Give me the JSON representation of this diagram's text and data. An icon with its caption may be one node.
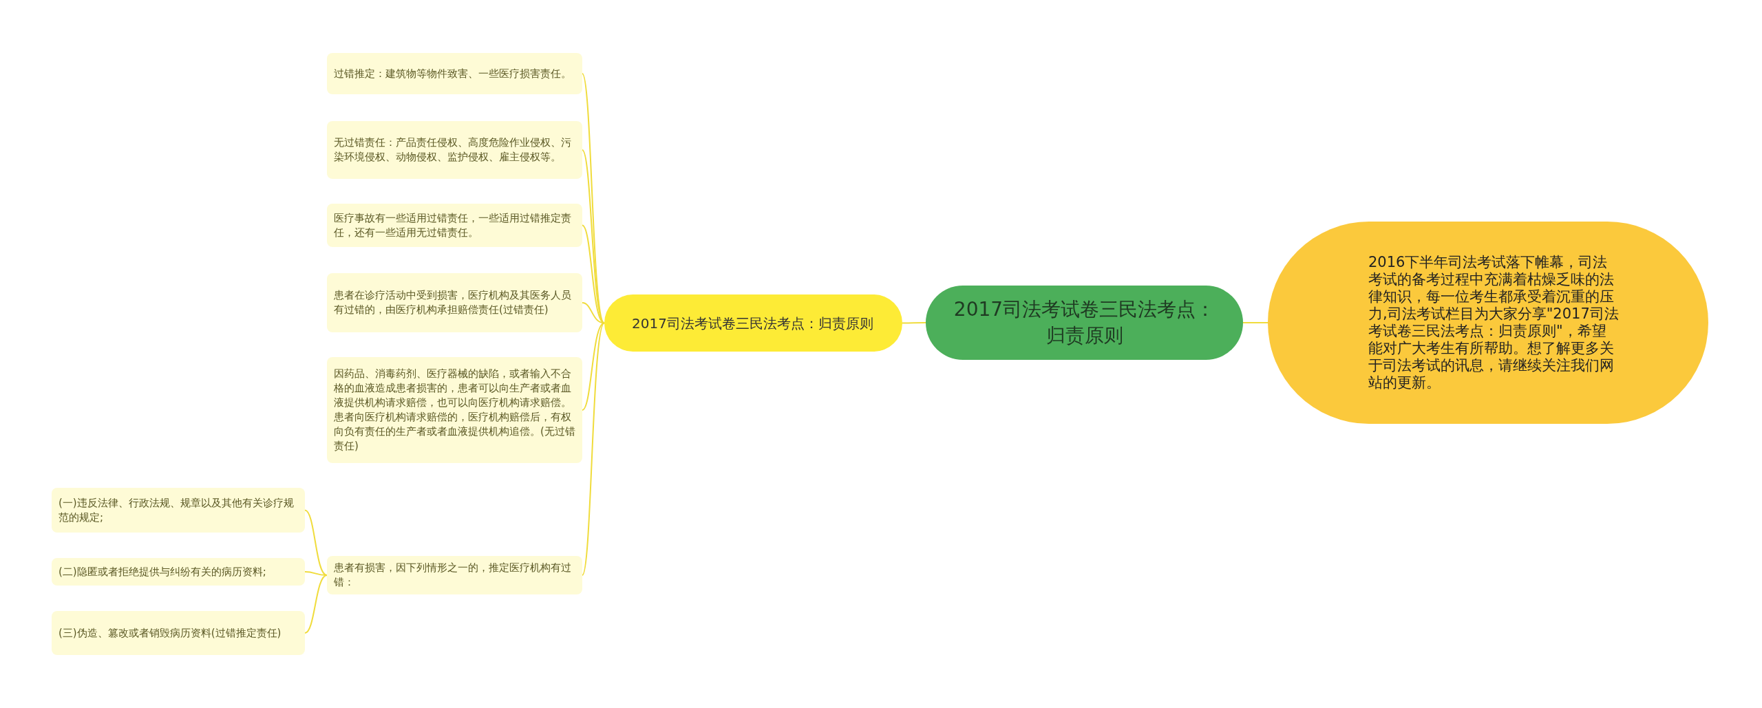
{
  "diagram": {
    "nodes": [
      {
        "text": [
          "2017司法考试卷三民法考点：归责原则"
        ]
      },
      {
        "text": [
          "2017司法考试卷三民法考点：归责原则"
        ]
      },
      {
        "text": [
          "过错推定：建筑物等物件致害、一些医疗损害责任。"
        ]
      },
      {
        "text": [
          "无过错责任：产品责任侵权、高度危险作业侵权、污染环境侵权、动物侵权、监护侵权、雇主侵权等。"
        ]
      },
      {
        "text": [
          "医疗事故有一些适用过错责任，一些适用过错推定责任，还有一些适用无过错责任。"
        ]
      },
      {
        "text": [
          "患者在诊疗活动中受到损害，医疗机构及其医务人员有过错的，由医疗机构承担赔偿责任(过错责任)"
        ]
      },
      {
        "text": [
          "因药品、消毒药剂、医疗器械的缺陷，或者输入不合格的血液造成患者损害的，患者可以向生产者或者血液提供机构请求赔偿，也可以向医疗机构请求赔偿。患者向医疗机构请求赔偿的，医疗机构赔偿后，有权向负有责任的生产者或者血液提供机构追偿。(无过错责任)"
        ]
      },
      {
        "text": [
          "患者有损害，因下列情形之一的，推定医疗机构有过错："
        ]
      },
      {
        "text": [
          "(一)违反法律、行政法规、规章以及其他有关诊疗规范的规定;"
        ]
      },
      {
        "text": [
          "(二)隐匿或者拒绝提供与纠纷有关的病历资料;"
        ]
      },
      {
        "text": [
          "(三)伪造、篡改或者销毁病历资料(过错推定责任)"
        ]
      },
      {
        "text": [
          "2016下半年司法考试落下帷幕，司法考试的备考过程中充满着枯燥乏味的法律知识，每一位考生都承受着沉重的压力,司法考试栏目为大家分享\"2017司法考试卷三民法考点：归责原则\"，希望能对广大考生有所帮助。想了解更多关于司法考试的讯息，请继续关注我们网站的更新。"
        ]
      }
    ],
    "edges": [
      {
        "from": 0,
        "to": 1,
        "arrow": "none"
      },
      {
        "from": 0,
        "to": 11,
        "arrow": "none"
      },
      {
        "from": 1,
        "to": 2,
        "arrow": "none"
      },
      {
        "from": 1,
        "to": 3,
        "arrow": "none"
      },
      {
        "from": 1,
        "to": 4,
        "arrow": "none"
      },
      {
        "from": 1,
        "to": 5,
        "arrow": "none"
      },
      {
        "from": 1,
        "to": 6,
        "arrow": "none"
      },
      {
        "from": 1,
        "to": 7,
        "arrow": "none"
      },
      {
        "from": 7,
        "to": 8,
        "arrow": "none"
      },
      {
        "from": 7,
        "to": 9,
        "arrow": "none"
      },
      {
        "from": 7,
        "to": 10,
        "arrow": "none"
      }
    ]
  }
}
